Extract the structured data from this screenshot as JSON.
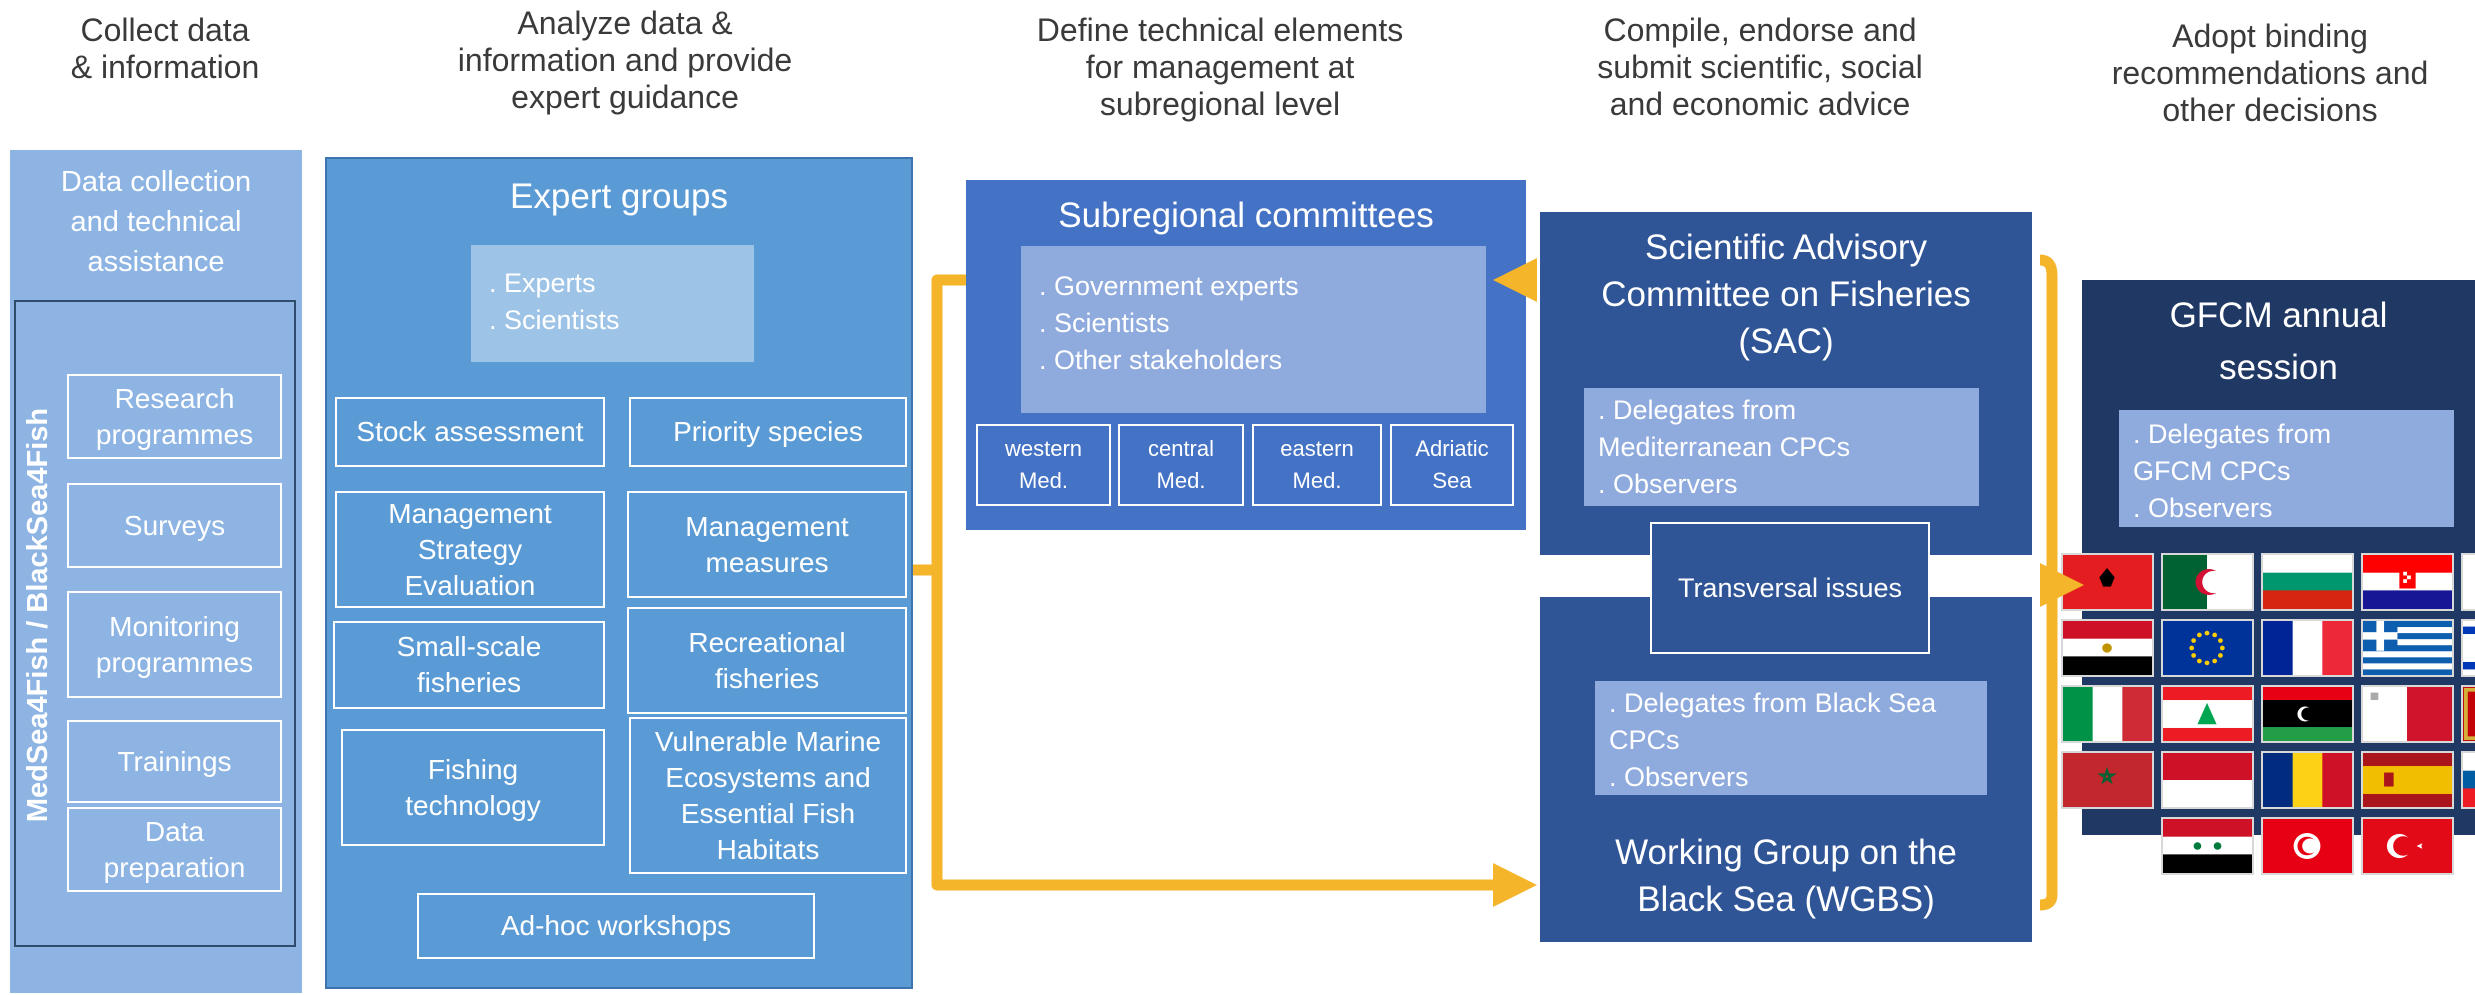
{
  "headers": [
    "Collect data\n& information",
    "Analyze data &\ninformation and provide\nexpert guidance",
    "Define technical elements\nfor management at\nsubregional level",
    "Compile, endorse and\nsubmit scientific, social\nand economic advice",
    "Adopt binding\nrecommendations and\nother decisions"
  ],
  "data_collection": {
    "title": "Data collection\nand technical\nassistance",
    "vertical_label": "MedSea4Fish / BlackSea4Fish",
    "items": [
      "Research\nprogrammes",
      "Surveys",
      "Monitoring\nprogrammes",
      "Trainings",
      "Data\npreparation"
    ]
  },
  "expert_groups": {
    "title": "Expert groups",
    "members": ". Experts\n. Scientists",
    "items": [
      "Stock assessment",
      "Priority species",
      "Management\nStrategy\nEvaluation",
      "Management\nmeasures",
      "Small-scale\nfisheries",
      "Recreational\nfisheries",
      "Fishing\ntechnology",
      "Vulnerable Marine\nEcosystems and\nEssential Fish\nHabitats",
      "Ad-hoc workshops"
    ]
  },
  "subregional": {
    "title": "Subregional committees",
    "members": ". Government experts\n. Scientists\n. Other stakeholders",
    "regions": [
      "western\nMed.",
      "central\nMed.",
      "eastern\nMed.",
      "Adriatic\nSea"
    ]
  },
  "sac": {
    "title": "Scientific Advisory\nCommittee on Fisheries\n(SAC)",
    "members": ". Delegates from\nMediterranean CPCs\n. Observers"
  },
  "transversal": "Transversal issues",
  "wgbs": {
    "members": ". Delegates from Black Sea\nCPCs\n. Observers",
    "title": "Working Group on the\nBlack Sea (WGBS)"
  },
  "gfcm": {
    "title": "GFCM annual\nsession",
    "members": ". Delegates from\nGFCM CPCs\n. Observers",
    "flags": [
      "albania",
      "algeria",
      "bulgaria",
      "croatia",
      "cyprus",
      "egypt",
      "european-union",
      "france",
      "greece",
      "israel",
      "italy",
      "lebanon",
      "libya",
      "malta",
      "montenegro",
      "morocco",
      "monaco",
      "romania",
      "spain",
      "slovenia",
      "syria",
      "tunisia",
      "turkey"
    ]
  },
  "colors": {
    "light_blue": "#8db4e2",
    "mid_blue": "#5b9bd5",
    "royal_blue": "#4472c4",
    "dark_blue": "#2f5597",
    "navy": "#203864",
    "arrow_gold": "#f5b52a"
  }
}
